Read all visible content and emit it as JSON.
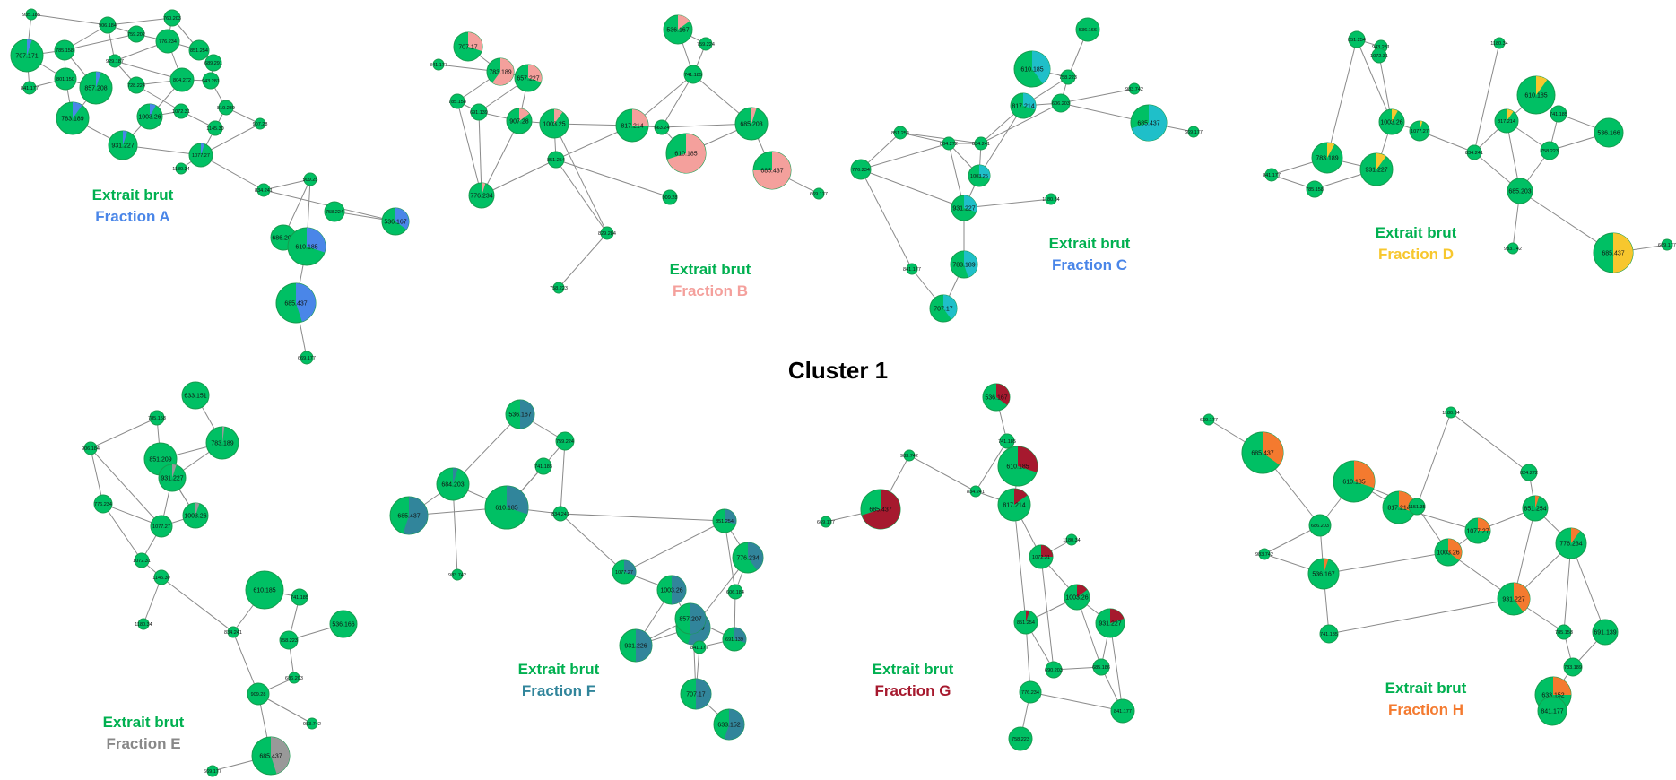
{
  "title": "Cluster 1",
  "colors": {
    "node": "#00c064",
    "node_stroke": "#169c4e",
    "edge": "#8a8a8a",
    "caption_green": "#00b050"
  },
  "panels": [
    {
      "caption_top": "Extrait brut",
      "caption_bottom": "Fraction A",
      "fraction_color": "#4a86e8",
      "nodes": [
        "935.185",
        "906.184",
        "760.203",
        "707.171",
        "785.158",
        "759.202",
        "776.234",
        "851.254",
        "801.150",
        "929.187",
        "689.291",
        "857.208",
        "804.272",
        "943.281",
        "841.177",
        "728.224",
        "819.289",
        "783.189",
        "1003.26",
        "1072.31",
        "907.28",
        "931.227",
        "1145.30",
        "1077.27",
        "1180.34",
        "834.241",
        "909.25",
        "758.224",
        "536.167",
        "686.203",
        "610.185",
        "685.437",
        "669.177"
      ]
    },
    {
      "caption_top": "Extrait brut",
      "caption_bottom": "Fraction B",
      "fraction_color": "#f4a09c",
      "nodes": [
        "707.17",
        "536.167",
        "759.224",
        "841.177",
        "783.189",
        "657.227",
        "741.185",
        "785.158",
        "691.139",
        "907.28",
        "1003.25",
        "817.214",
        "663.24",
        "610.185",
        "685.437",
        "669.177",
        "685.203",
        "909.28",
        "829.284",
        "758.223",
        "851.254",
        "776.234"
      ]
    },
    {
      "caption_top": "Extrait brut",
      "caption_bottom": "Fraction C",
      "fraction_color": "#1fbfc9",
      "nodes": [
        "536.166",
        "610.185",
        "758.223",
        "983.742",
        "606.203",
        "685.437",
        "669.177",
        "817.214",
        "834.241",
        "851.254",
        "804.272",
        "1003.25",
        "931.227",
        "1180.34",
        "776.234",
        "783.189",
        "707.17",
        "841.177"
      ]
    },
    {
      "caption_top": "Extrait brut",
      "caption_bottom": "Fraction D",
      "fraction_color": "#f7c72e",
      "nodes": [
        "1180.34",
        "851.254",
        "943.281",
        "1072.31",
        "610.185",
        "741.185",
        "817.214",
        "1003.26",
        "1077.27",
        "536.166",
        "783.189",
        "931.227",
        "834.241",
        "758.223",
        "685.203",
        "685.437",
        "669.177",
        "841.177",
        "785.158",
        "983.742"
      ]
    },
    {
      "caption_top": "Extrait brut",
      "caption_bottom": "Fraction E",
      "fraction_color": "#999999",
      "nodes": [
        "633.151",
        "785.158",
        "783.189",
        "851.209",
        "906.184",
        "931.227",
        "1003.26",
        "776.234",
        "1077.27",
        "1072.31",
        "1145.30",
        "1180.34",
        "610.185",
        "741.185",
        "536.166",
        "758.223",
        "834.241",
        "686.203",
        "909.28",
        "983.742",
        "685.437",
        "669.177"
      ]
    },
    {
      "caption_top": "Extrait brut",
      "caption_bottom": "Fraction F",
      "fraction_color": "#31859b",
      "nodes": [
        "536.167",
        "759.224",
        "741.185",
        "685.437",
        "684.203",
        "610.185",
        "834.241",
        "983.742",
        "1077.27",
        "1003.26",
        "931.226",
        "753.189",
        "707.17",
        "633.152",
        "851.254",
        "776.234",
        "857.207",
        "606.184",
        "691.139",
        "841.177"
      ]
    },
    {
      "caption_top": "Extrait brut",
      "caption_bottom": "Fraction G",
      "fraction_color": "#a6192e",
      "nodes": [
        "536.167",
        "741.185",
        "610.185",
        "983.742",
        "685.437",
        "669.177",
        "834.241",
        "817.214",
        "1180.34",
        "1072.31",
        "1003.26",
        "931.227",
        "851.254",
        "776.234",
        "685.186",
        "841.177",
        "690.203",
        "758.223"
      ]
    },
    {
      "caption_top": "Extrait brut",
      "caption_bottom": "Fraction H",
      "fraction_color": "#f47a2f",
      "nodes": [
        "685.437",
        "669.177",
        "1180.34",
        "610.185",
        "817.214",
        "686.203",
        "983.742",
        "1151.35",
        "824.272",
        "851.254",
        "1003.26",
        "1077.27",
        "776.234",
        "536.167",
        "741.185",
        "931.227",
        "785.158",
        "783.189",
        "633.152",
        "691.139",
        "841.177"
      ]
    }
  ]
}
